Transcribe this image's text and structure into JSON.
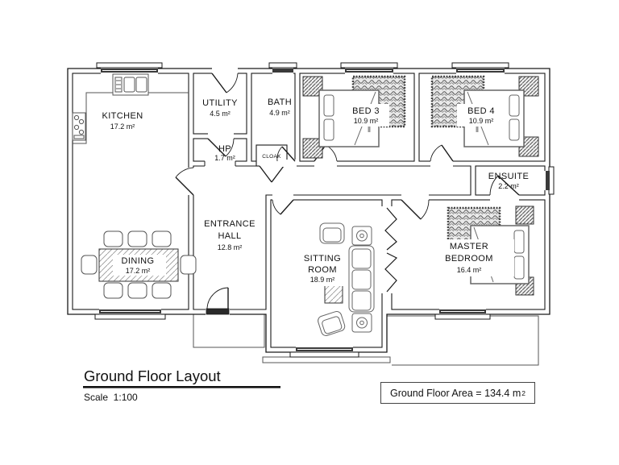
{
  "colors": {
    "line": "#1a1a1a",
    "furniture_line": "#666666",
    "text": "#111111"
  },
  "title_block": {
    "title": "Ground Floor Layout",
    "scale": "Scale  1:100"
  },
  "area_box": {
    "label": "Ground Floor Area = 134.4 m",
    "superscript": "2"
  },
  "rooms": {
    "kitchen": {
      "name": "KITCHEN",
      "area": "17.2 m²"
    },
    "utility": {
      "name": "UTILITY",
      "area": "4.5 m²"
    },
    "bath": {
      "name": "BATH",
      "area": "4.9 m²"
    },
    "bed3": {
      "name": "BED 3",
      "area": "10.9 m²"
    },
    "bed4": {
      "name": "BED 4",
      "area": "10.9 m²"
    },
    "hp": {
      "name": "HP",
      "area": "1.7 m²"
    },
    "cloak": {
      "name": "CLOAK"
    },
    "ensuite": {
      "name": "ENSUITE",
      "area": "2.2 m²"
    },
    "entrance_hall": {
      "name_line1": "ENTRANCE",
      "name_line2": "HALL",
      "area": "12.8 m²"
    },
    "dining": {
      "name": "DINING",
      "area": "17.2 m²"
    },
    "sitting": {
      "name_line1": "SITTING",
      "name_line2": "ROOM",
      "area": "18.9 m²"
    },
    "master": {
      "name_line1": "MASTER",
      "name_line2": "BEDROOM",
      "area": "16.4 m²"
    }
  }
}
